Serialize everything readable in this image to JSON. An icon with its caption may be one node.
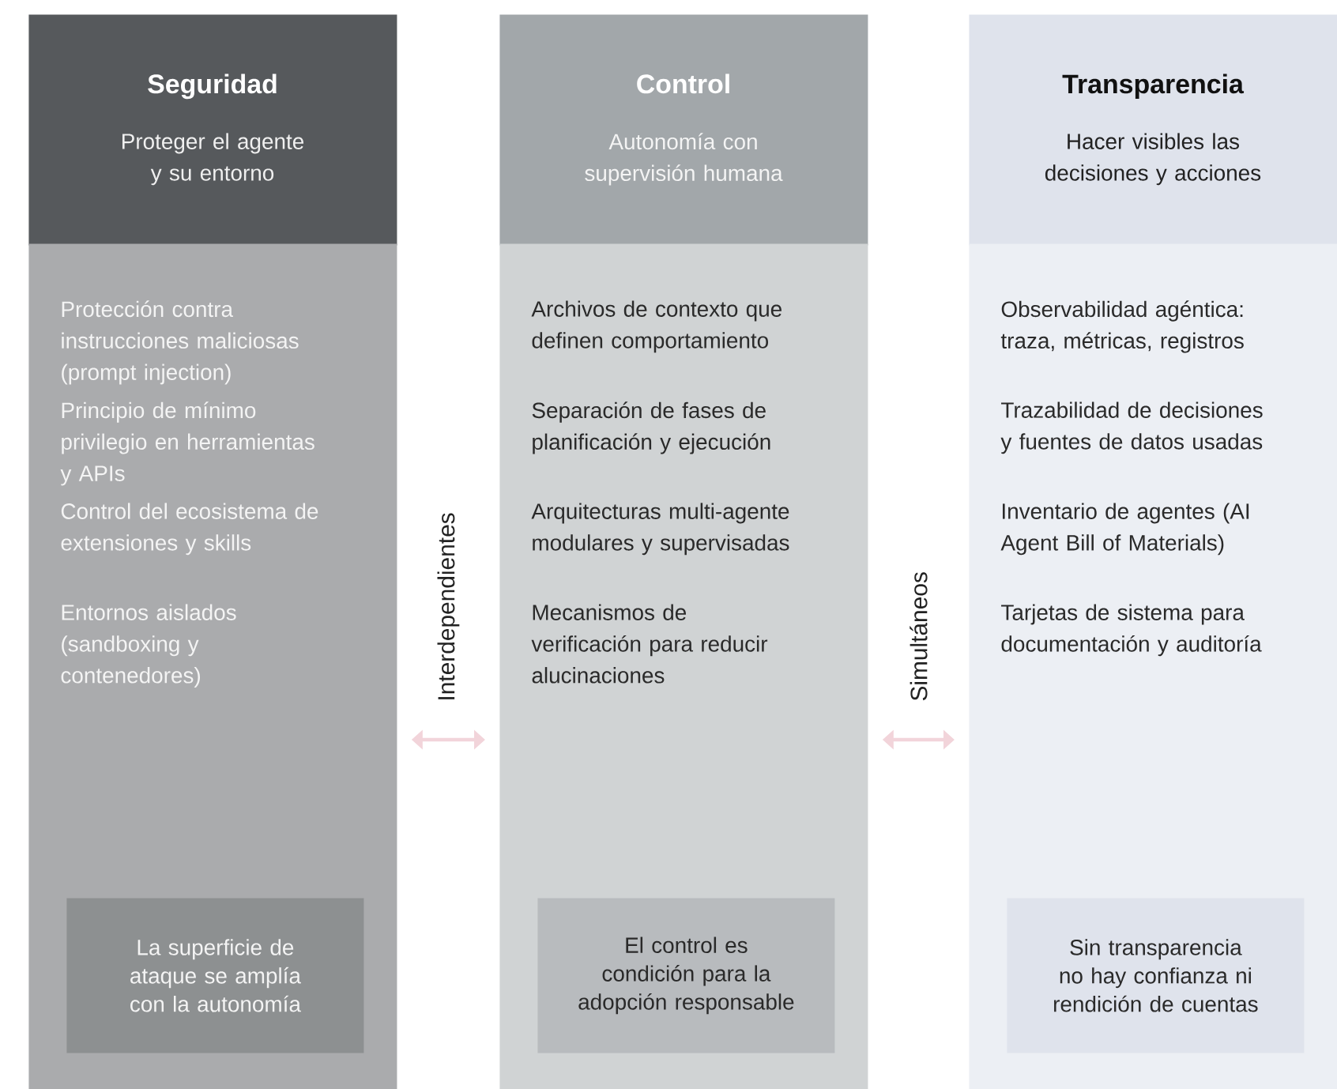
{
  "diagram": {
    "nodes": [
      {
        "text": [
          "Seguridad",
          "Proteger el agente y su entorno"
        ]
      },
      {
        "text": [
          "Protección contra instrucciones maliciosas (prompt injection)",
          "Principio de mínimo privilegio en herramientas y APIs",
          "Control del ecosistema de extensiones y skills",
          "Entornos aislados (sandboxing y contenedores)"
        ]
      },
      {
        "text": [
          "La superficie de ataque se amplía con la autonomía"
        ],
        "in": 1
      },
      {
        "text": [
          "Control",
          "Autonomía con supervisión humana"
        ]
      },
      {
        "text": [
          "Archivos de contexto que definen comportamiento",
          "Separación de fases de planificación y ejecución",
          "Arquitecturas multi-agente modulares y supervisadas",
          "Mecanismos de verificación para reducir alucinaciones"
        ]
      },
      {
        "text": [
          "El control es condición para la adopción responsable"
        ],
        "in": 4
      },
      {
        "text": [
          "Transparencia",
          "Hacer visibles las decisiones y acciones"
        ]
      },
      {
        "text": [
          "Observabilidad agéntica: traza, métricas, registros",
          "Trazabilidad de decisiones y fuentes de datos usadas",
          "Inventario de agentes (AI Agent Bill of Materials)",
          "Tarjetas de sistema para documentación y auditoría"
        ]
      },
      {
        "text": [
          "Sin transparencia no hay confianza ni rendición de cuentas"
        ],
        "in": 7
      }
    ],
    "edges": [
      {
        "from": 1,
        "to": 4,
        "arrow": "both",
        "label": "Interdependientes"
      },
      {
        "from": 4,
        "to": 7,
        "arrow": "both",
        "label": "Simultáneos"
      }
    ]
  }
}
